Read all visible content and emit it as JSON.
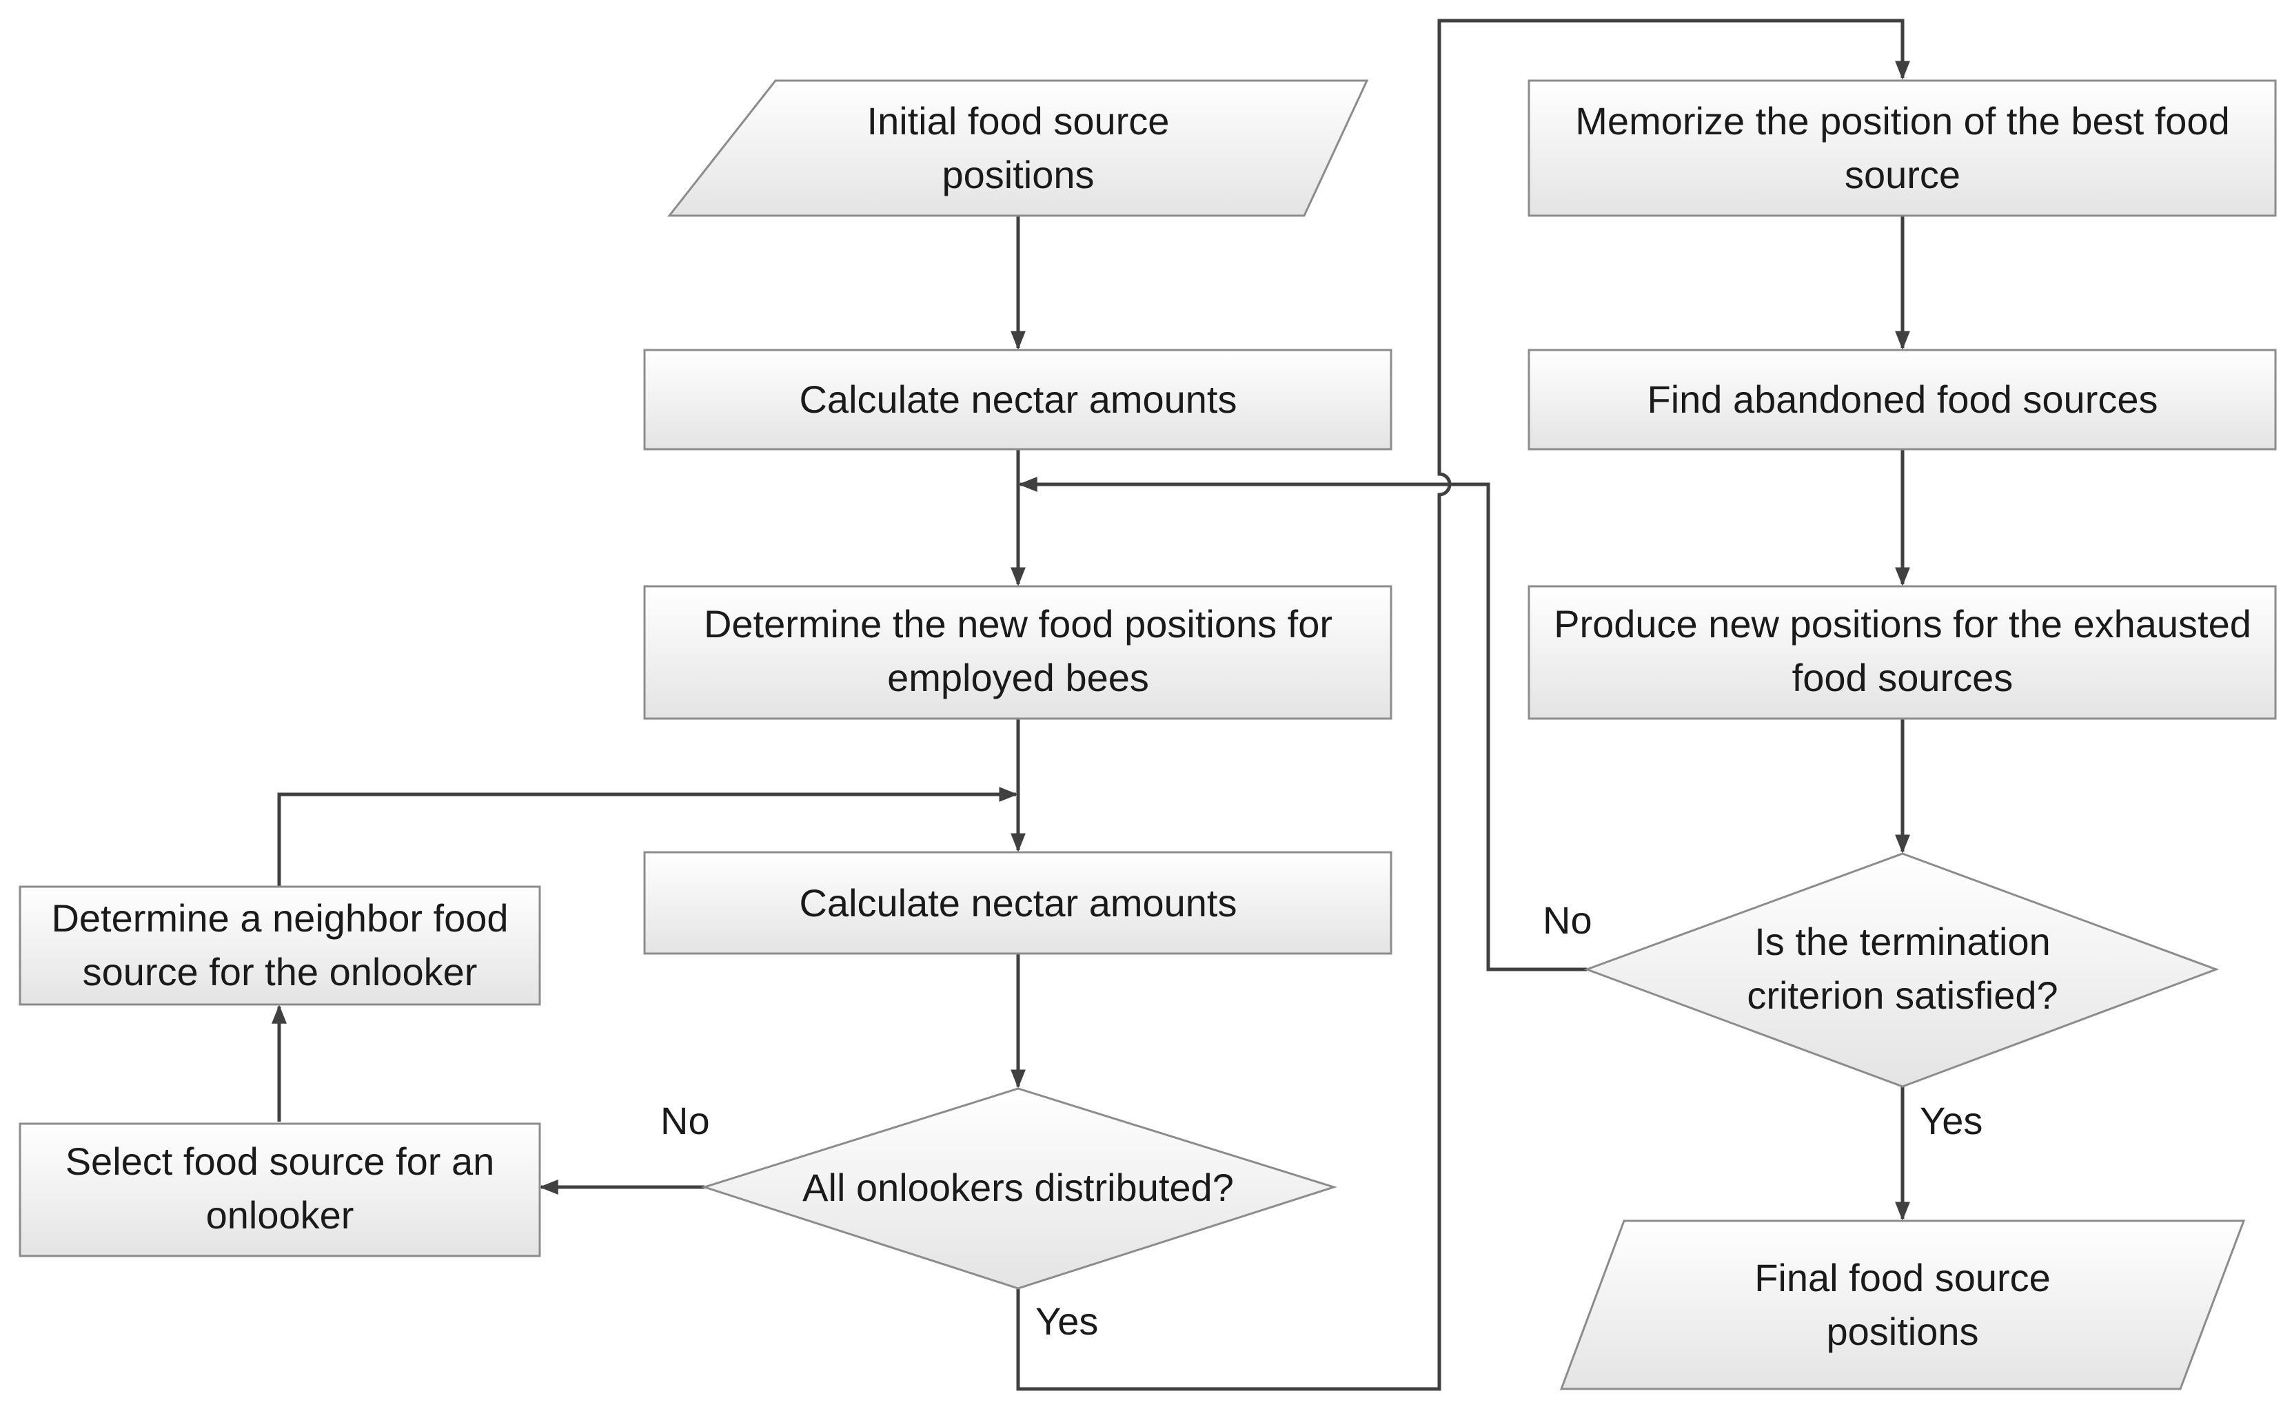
{
  "nodes": {
    "initial_positions": {
      "line1": "Initial food source",
      "line2": "positions"
    },
    "calc_nectar_1": {
      "line1": "Calculate nectar amounts"
    },
    "determine_new_positions": {
      "line1": "Determine the new food positions for",
      "line2": "employed bees"
    },
    "calc_nectar_2": {
      "line1": "Calculate nectar amounts"
    },
    "onlookers_distributed": {
      "line1": "All onlookers distributed?"
    },
    "select_food_source": {
      "line1": "Select food source for an",
      "line2": "onlooker"
    },
    "determine_neighbor": {
      "line1": "Determine a neighbor food",
      "line2": "source for the onlooker"
    },
    "memorize_best": {
      "line1": "Memorize the position of the best food",
      "line2": "source"
    },
    "find_abandoned": {
      "line1": "Find abandoned food sources"
    },
    "produce_new_positions": {
      "line1": "Produce new positions for the exhausted",
      "line2": "food sources"
    },
    "termination_check": {
      "line1": "Is the termination",
      "line2": "criterion satisfied?"
    },
    "final_positions": {
      "line1": "Final food source",
      "line2": "positions"
    }
  },
  "edge_labels": {
    "onlookers_no": "No",
    "onlookers_yes": "Yes",
    "termination_no": "No",
    "termination_yes": "Yes"
  }
}
